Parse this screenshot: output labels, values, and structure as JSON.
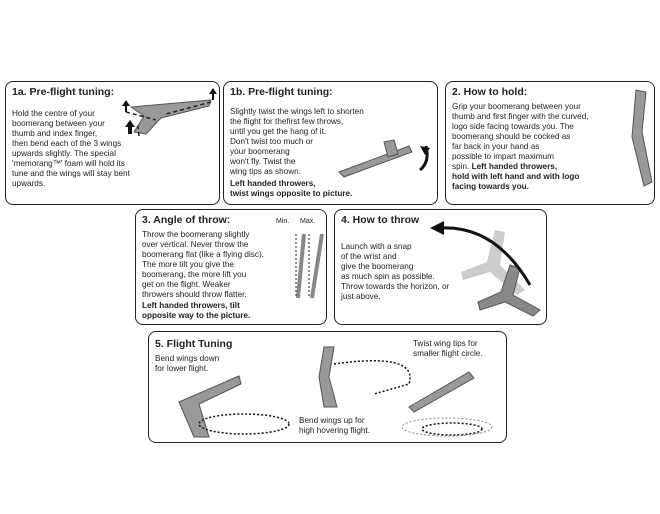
{
  "panels": {
    "p1a": {
      "title": "1a. Pre-flight tuning:",
      "text": "Hold the centre of your\nboomerang between your\nthumb and index finger,\nthen bend each of the 3 wings\nupwards slightly. The special\n'memorang™' foam will hold its\ntune and the wings will stay bent\nupwards."
    },
    "p1b": {
      "title": "1b. Pre-flight tuning:",
      "text": "Slightly twist the wings left to shorten\nthe flight for thefirst few throws,\nuntil you get the hang of it.\nDon't twist too much or\nyour boomerang\nwon't fly. Twist the\nwing tips as shown.",
      "bold": "Left handed throwers,\ntwist wings opposite to picture."
    },
    "p2": {
      "title": "2. How to hold:",
      "text": "Grip your boomerang between your\nthumb and first finger with the curved,\nlogo side facing towards you. The\nboomerang should be cocked as\nfar back in your hand as\npossible to impart maximum\nspin. ",
      "bold": "Left handed throwers,\nhold with left hand and with logo\nfacing towards you."
    },
    "p3": {
      "title": "3. Angle of throw:",
      "text": "Throw the boomerang slightly\nover vertical. Never throw the\nboomerang flat (like a flying disc).\nThe more tilt you give the\nboomerang, the more lift you\nget on the flight. Weaker\nthrowers should throw flatter.",
      "bold": "Left handed throwers, tilt\nopposite way to the picture.",
      "min_label": "Min.",
      "max_label": "Max."
    },
    "p4": {
      "title": "4. How to throw",
      "text": "Launch with a snap\nof the wrist and\ngive the boomerang\nas much spin as possible.\nThrow towards the horizon, or\njust above."
    },
    "p5": {
      "title": "5. Flight Tuning",
      "down": "Bend wings down\nfor lower flight.",
      "up": "Bend wings up for\nhigh hovering flight.",
      "twist": "Twist wing tips for\nsmaller flight circle."
    }
  }
}
